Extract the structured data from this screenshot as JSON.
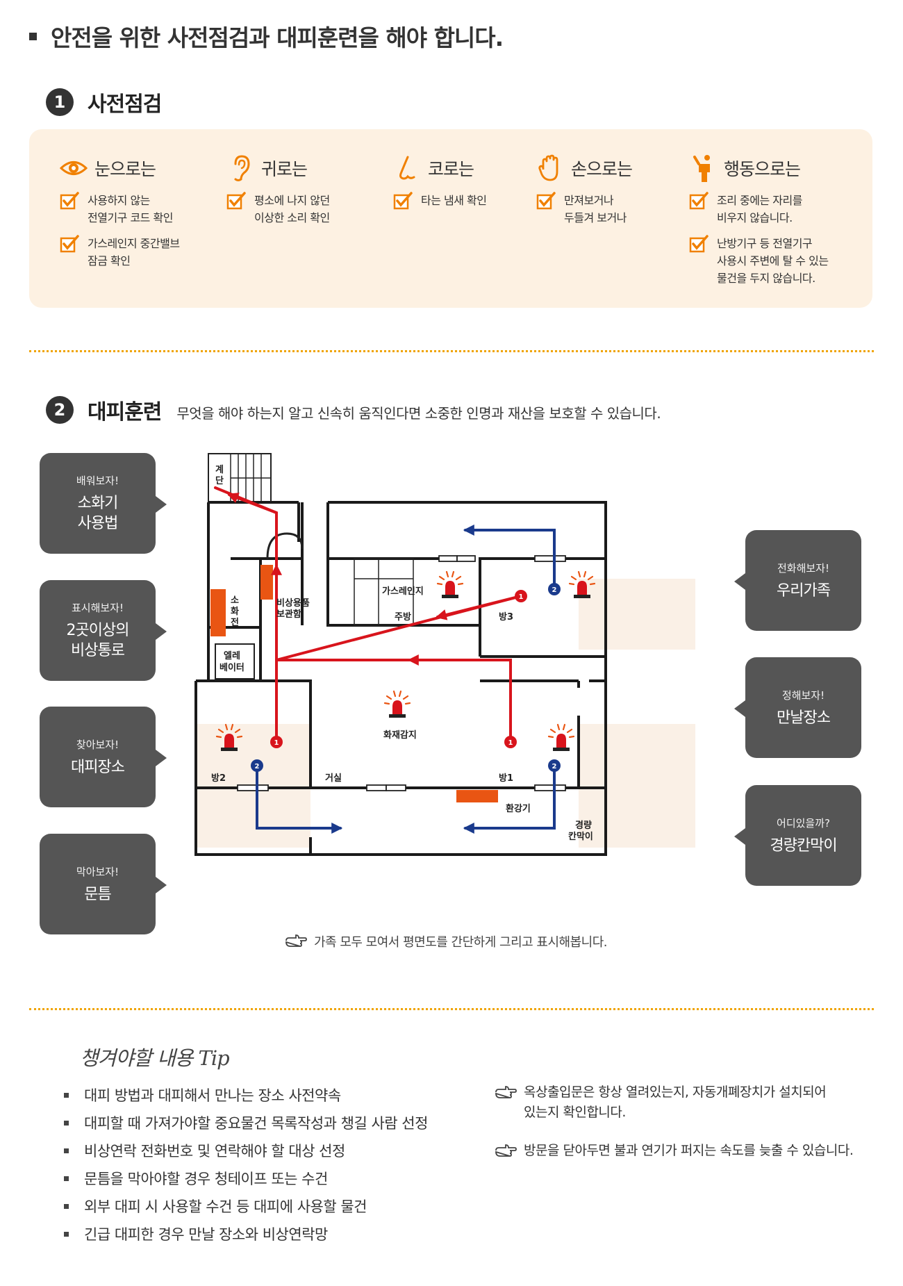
{
  "main_title": "안전을 위한 사전점검과 대피훈련을 해야 합니다.",
  "section1": {
    "number": "1",
    "title": "사전점검",
    "columns": [
      {
        "icon": "eye-icon",
        "title": "눈으로는",
        "items": [
          "사용하지 않는\n전열기구 코드 확인",
          "가스레인지 중간밸브\n잠금 확인"
        ]
      },
      {
        "icon": "ear-icon",
        "title": "귀로는",
        "items": [
          "평소에 나지 않던\n이상한 소리 확인"
        ]
      },
      {
        "icon": "nose-icon",
        "title": "코로는",
        "items": [
          "타는 냄새 확인"
        ]
      },
      {
        "icon": "hand-icon",
        "title": "손으로는",
        "items": [
          "만져보거나\n두들겨 보거나"
        ]
      },
      {
        "icon": "person-icon",
        "title": "행동으로는",
        "items": [
          "조리 중에는 자리를\n비우지 않습니다.",
          "난방기구 등 전열기구\n사용시 주변에 탈 수 있는\n물건을 두지 않습니다."
        ]
      }
    ]
  },
  "section2": {
    "number": "2",
    "title": "대피훈련",
    "description": "무엇을 해야 하는지 알고 신속히 움직인다면 소중한 인명과 재산을 보호할 수 있습니다.",
    "left_bubbles": [
      {
        "small": "배워보자!",
        "big": "소화기\n사용법"
      },
      {
        "small": "표시해보자!",
        "big": "2곳이상의\n비상통로"
      },
      {
        "small": "찾아보자!",
        "big": "대피장소"
      },
      {
        "small": "막아보자!",
        "big": "문틈"
      }
    ],
    "right_bubbles": [
      {
        "small": "전화해보자!",
        "big": "우리가족"
      },
      {
        "small": "정해보자!",
        "big": "만날장소"
      },
      {
        "small": "어디있을까?",
        "big": "경량칸막이"
      }
    ],
    "plan_labels": {
      "stairs": [
        "계",
        "단"
      ],
      "extinguisher": [
        "소",
        "화",
        "전"
      ],
      "emergency_box": [
        "비상용품",
        "보관함"
      ],
      "elevator": [
        "엘레",
        "베이터"
      ],
      "gas_range": "가스레인지",
      "kitchen": "주방",
      "room3": "방3",
      "fire_detector": "화재감지",
      "room2": "방2",
      "living": "거실",
      "room1": "방1",
      "ventilator": "환강기",
      "partition": [
        "경량",
        "칸막이"
      ],
      "marker1": "1",
      "marker2": "2"
    },
    "note": "가족 모두 모여서 평면도를 간단하게 그리고 표시해봅니다."
  },
  "tips": {
    "title": "챙겨야할 내용 Tip",
    "list": [
      "대피 방법과 대피해서 만나는 장소 사전약속",
      "대피할 때 가져가야할 중요물건 목록작성과 챙길 사람 선정",
      "비상연락 전화번호 및 연락해야 할 대상 선정",
      "문틈을 막아야할 경우 청테이프 또는 수건",
      "외부 대피 시 사용할 수건 등 대피에 사용할 물건",
      "긴급 대피한 경우 만날 장소와 비상연락망"
    ],
    "right": [
      "옥상출입문은 항상 열려있는지, 자동개폐장치가 설치되어\n있는지 확인합니다.",
      "방문을 닫아두면 불과 연기가 퍼지는 속도를 늦출 수 있습니다."
    ]
  },
  "colors": {
    "accent_orange": "#f08000",
    "box_bg": "#fdf1e2",
    "bubble": "#555555",
    "route_red": "#d8141c",
    "route_blue": "#1a3a8c",
    "heater_orange": "#e95513"
  }
}
